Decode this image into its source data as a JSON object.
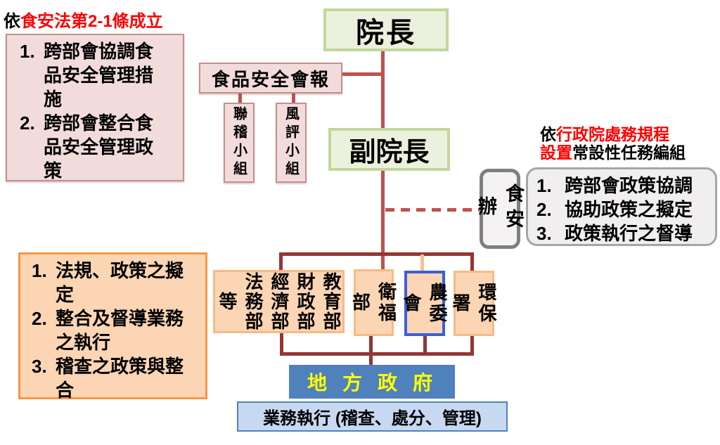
{
  "notes": {
    "law": {
      "black": "依",
      "red": "食安法第2-1條成立"
    },
    "org": {
      "l1_black": "依",
      "l1_red": "行政院處務規程",
      "l2_red": "設置",
      "l2_black": "常設性任務編組"
    }
  },
  "nodes": {
    "premier": "院長",
    "vice_premier": "副院長",
    "food_safety_council": "食品安全會報",
    "joint_inspection_team": "聯稽小組",
    "risk_assessment_team": "風評小組",
    "food_safety_office": "食安辦",
    "ministries_group": "教育部\n財政部\n經濟部\n法務部\n等",
    "mohw": "衛福部",
    "coa": "農委會",
    "epa": "環保署",
    "local_government": "地方政府",
    "execution": "業務執行 (稽查、處分、管理)"
  },
  "panels": {
    "council_functions": {
      "items": [
        {
          "num": "1.",
          "text": "跨部會協調食\n品安全管理措\n施"
        },
        {
          "num": "2.",
          "text": "跨部會整合食\n品安全管理政\n策"
        }
      ]
    },
    "office_functions": {
      "items": [
        {
          "num": "1.",
          "text": "跨部會政策協調"
        },
        {
          "num": "2.",
          "text": "協助政策之擬定"
        },
        {
          "num": "3.",
          "text": "政策執行之督導"
        }
      ]
    },
    "ministry_functions": {
      "items": [
        {
          "num": "1.",
          "text": "法規、政策之擬\n定"
        },
        {
          "num": "2.",
          "text": "整合及督導業務\n之執行"
        },
        {
          "num": "3.",
          "text": "稽查之政策與整\n合"
        }
      ]
    }
  },
  "colors": {
    "red_line": "#C0504D",
    "dark_line": "#943634",
    "orange_stub": "#FAC090",
    "note_red": "#FF0000",
    "green_fill": "#EBF1DD",
    "green_border": "#C3D69B",
    "pink_fill": "#F2DCDB",
    "pink_border": "#C48F8D",
    "orange_fill": "#FCD5B4",
    "orange_border": "#F7BA84",
    "orange_panel_border": "#F79646",
    "gray_fill": "#F0EEEE",
    "gray_border": "#A6A6A6",
    "office_border": "#7F7F7F",
    "blue_fill": "#4F81BD",
    "yellow_text": "#FFFF00",
    "lightblue_fill": "#C6D9F1",
    "blue_border": "#4F81BD",
    "coa_border": "#3B5FD8",
    "text": "#000000"
  }
}
